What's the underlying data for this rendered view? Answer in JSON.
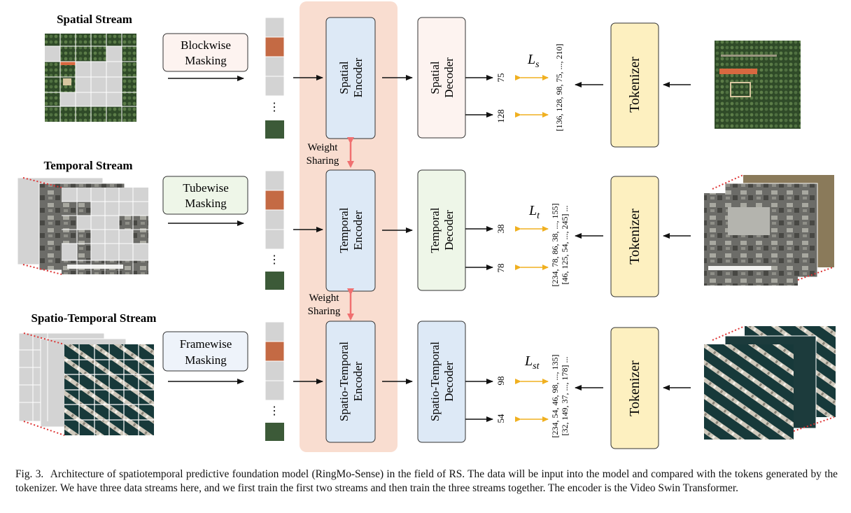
{
  "figure": {
    "streams": [
      {
        "title": "Spatial Stream",
        "masking": [
          "Blockwise",
          "Masking"
        ],
        "encoder": [
          "Spatial",
          "Encoder"
        ],
        "decoder": [
          "Spatial",
          "Decoder"
        ],
        "token_out": [
          "75",
          "128"
        ],
        "loss": "L",
        "loss_sub": "s",
        "tokens": [
          "[136, 128, 98, 75, ..., 210]"
        ],
        "tokenizer": "Tokenizer"
      },
      {
        "title": "Temporal Stream",
        "masking": [
          "Tubewise",
          "Masking"
        ],
        "encoder": [
          "Temporal",
          "Encoder"
        ],
        "decoder": [
          "Temporal",
          "Decoder"
        ],
        "token_out": [
          "38",
          "78"
        ],
        "loss": "L",
        "loss_sub": "t",
        "tokens": [
          "[234, 78, 86, 38, ..., 155]",
          "[46, 125, 54, ..., 245] ..."
        ],
        "tokenizer": "Tokenizer"
      },
      {
        "title": "Spatio-Temporal Stream",
        "masking": [
          "Framewise",
          "Masking"
        ],
        "encoder": [
          "Spatio-Temporal",
          "Encoder"
        ],
        "decoder": [
          "Spatio-Temporal",
          "Decoder"
        ],
        "token_out": [
          "98",
          "54"
        ],
        "loss": "L",
        "loss_sub": "st",
        "tokens": [
          "[234, 54, 46, 98, ..., 135]",
          "[32, 149, 37, ..., 178] ..."
        ],
        "tokenizer": "Tokenizer"
      }
    ],
    "weight_sharing": [
      "Weight",
      "Sharing"
    ],
    "ellipsis": "⋮",
    "colors": {
      "encoder_fill": "#dde9f6",
      "spatial_decoder_fill": "#fdf3f0",
      "temporal_decoder_fill": "#eef6e8",
      "st_decoder_fill": "#dde9f6",
      "tokenizer_fill": "#fdf0c0",
      "column_bg": "#f9ddd0",
      "weight_arrow": "#f07070",
      "loss_arrow": "#f0b020",
      "mask_gray": "#d3d3d3"
    }
  },
  "caption": {
    "label": "Fig. 3.",
    "text": "Architecture of spatiotemporal predictive foundation model (RingMo-Sense) in the field of RS. The data will be input into the model and compared with the tokens generated by the tokenizer. We have three data streams here, and we first train the first two streams and then train the three streams together. The encoder is the Video Swin Transformer."
  }
}
